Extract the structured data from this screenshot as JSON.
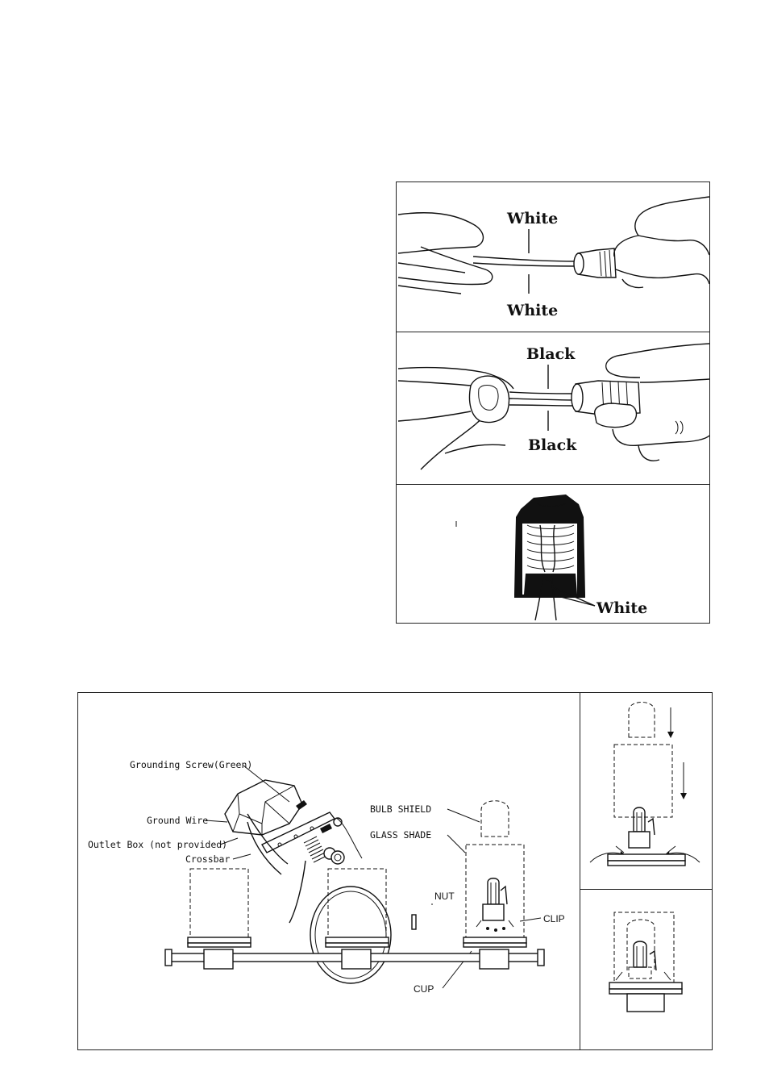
{
  "wire_connection": {
    "panel1": {
      "top_label": "White",
      "bottom_label": "White"
    },
    "panel2": {
      "top_label": "Black",
      "bottom_label": "Black"
    },
    "panel3": {
      "label": "White"
    }
  },
  "assembly": {
    "grounding_screw": "Grounding Screw(Green)",
    "ground_wire": "Ground Wire",
    "outlet_box": "Outlet Box (not provided)",
    "crossbar": "Crossbar",
    "bulb_shield": "BULB SHIELD",
    "glass_shade": "GLASS SHADE",
    "nut": "NUT",
    "clip": "CLIP",
    "cup": "CUP"
  }
}
